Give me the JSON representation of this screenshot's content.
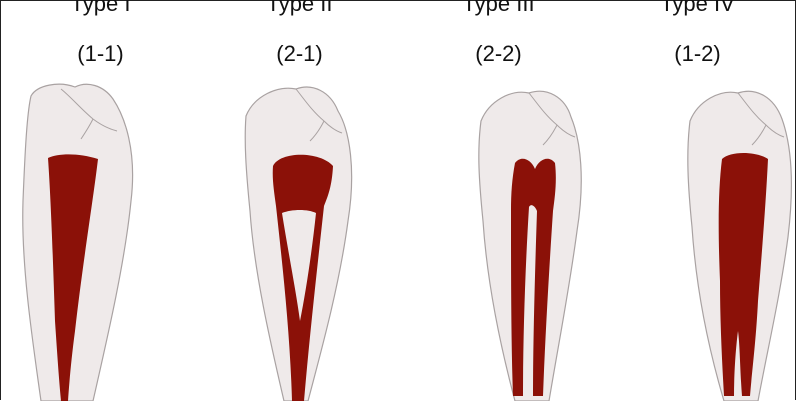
{
  "figure": {
    "panels": [
      {
        "title": "Type I",
        "code": "(1-1)",
        "canal_pattern": "single canal from orifice to apex"
      },
      {
        "title": "Type II",
        "code": "(2-1)",
        "canal_pattern": "two canals merging into one at apex"
      },
      {
        "title": "Type III",
        "code": "(2-2)",
        "canal_pattern": "two separate canals to two apices"
      },
      {
        "title": "Type IV",
        "code": "(1-2)",
        "canal_pattern": "one canal splitting into two at apex"
      }
    ],
    "colors": {
      "tooth_fill": "#efeaea",
      "tooth_outline": "#a9a2a2",
      "canal": "#8b1108",
      "text": "#111111"
    }
  }
}
